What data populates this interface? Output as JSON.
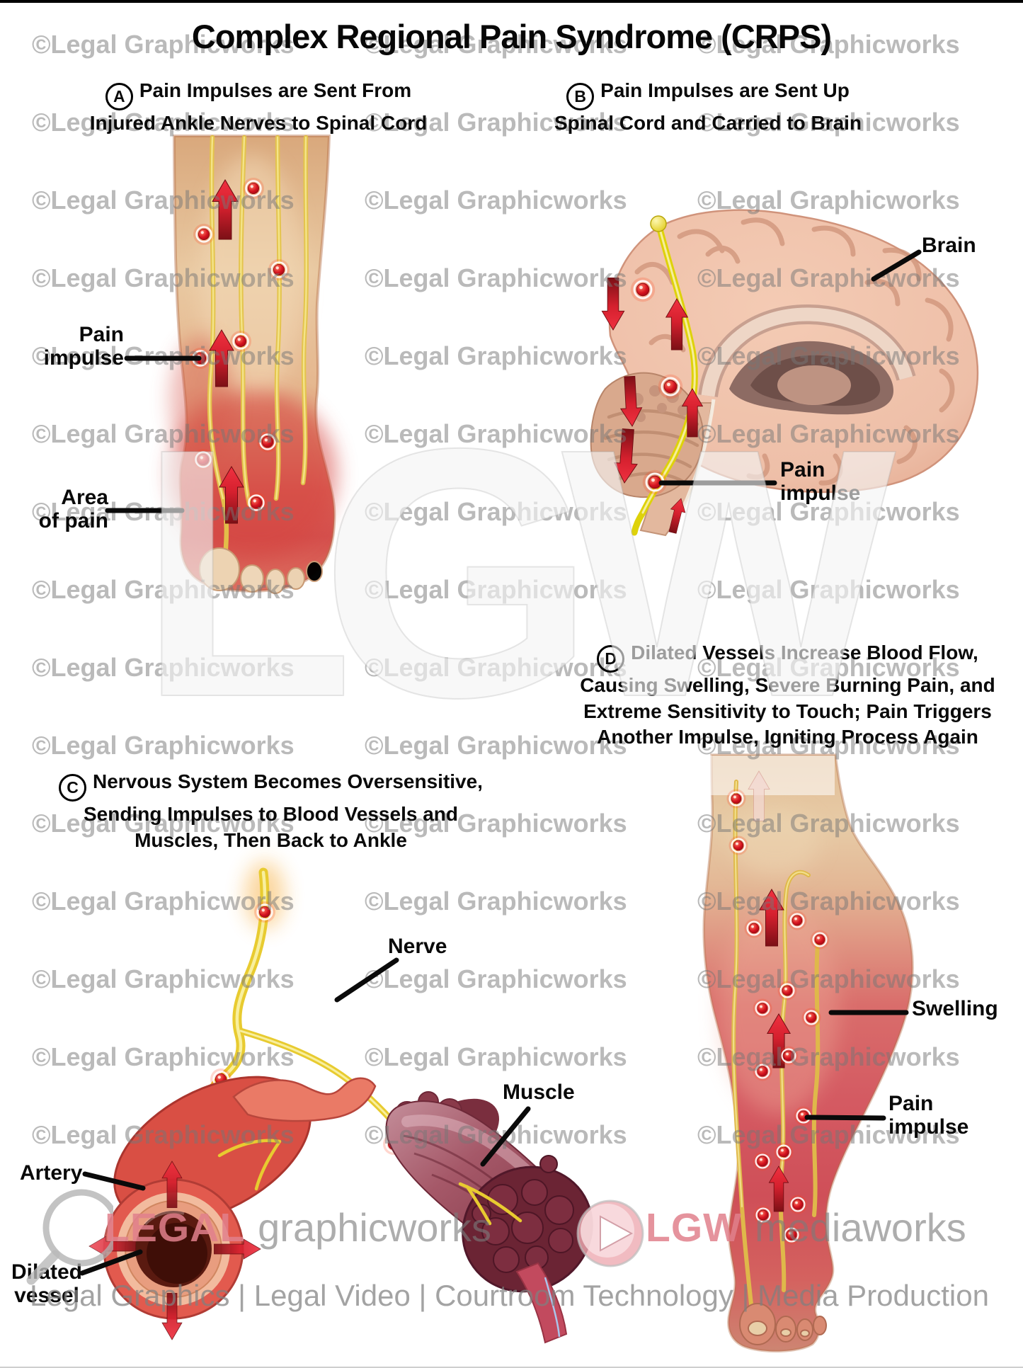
{
  "title": "Complex Regional Pain Syndrome (CRPS)",
  "sections": {
    "a": {
      "badge": "A",
      "lines": [
        "Pain Impulses are Sent From",
        "Injured Ankle Nerves to Spinal Cord"
      ]
    },
    "b": {
      "badge": "B",
      "lines": [
        "Pain Impulses are Sent Up",
        "Spinal Cord and Carried to Brain"
      ]
    },
    "c": {
      "badge": "C",
      "lines": [
        "Nervous System Becomes Oversensitive,",
        "Sending Impulses to Blood Vessels and",
        "Muscles, Then Back to Ankle"
      ]
    },
    "d": {
      "badge": "D",
      "lines": [
        "Dilated Vessels Increase Blood Flow,",
        "Causing Swelling, Severe Burning Pain, and",
        "Extreme Sensitivity to Touch; Pain Triggers",
        "Another Impulse, Igniting Process Again"
      ]
    }
  },
  "labels": {
    "pain_impulse_a": {
      "line1": "Pain",
      "line2": "impulse"
    },
    "area_of_pain": {
      "line1": "Area",
      "line2": "of pain"
    },
    "brain": "Brain",
    "pain_impulse_b": {
      "line1": "Pain",
      "line2": "impulse"
    },
    "nerve": "Nerve",
    "muscle": "Muscle",
    "artery": "Artery",
    "dilated_vessel": {
      "line1": "Dilated",
      "line2": "vessel"
    },
    "swelling": "Swelling",
    "pain_impulse_d": {
      "line1": "Pain",
      "line2": "impulse"
    }
  },
  "watermark": {
    "tile_text": "©Legal Graphicworks",
    "monogram": "LGW",
    "rows": 15,
    "cols": 3
  },
  "footer": {
    "logo_graphicworks": {
      "word1": "LEGAL",
      "word2": "graphicworks",
      "icon": "magnifier-icon"
    },
    "logo_mediaworks": {
      "word1": "LGW",
      "word2": "mediaworks",
      "icon": "play-icon"
    },
    "tagline": "Legal Graphics | Legal Video | Courtroom Technology | Media Production"
  },
  "colors": {
    "arrow_red": "#d5202e",
    "impulse_dot_red": "#d5121f",
    "nerve_yellow": "#eed34f",
    "skin": "#e9c9a2",
    "inflamed_red": "#d44f4c",
    "brain_pink": "#eebfa8",
    "muscle_maroon": "#6b2434",
    "artery_red": "#e25a4e",
    "watermark_gray": "#c2c2c2",
    "logo_pink": "#e0808c",
    "label_black": "#090909"
  }
}
